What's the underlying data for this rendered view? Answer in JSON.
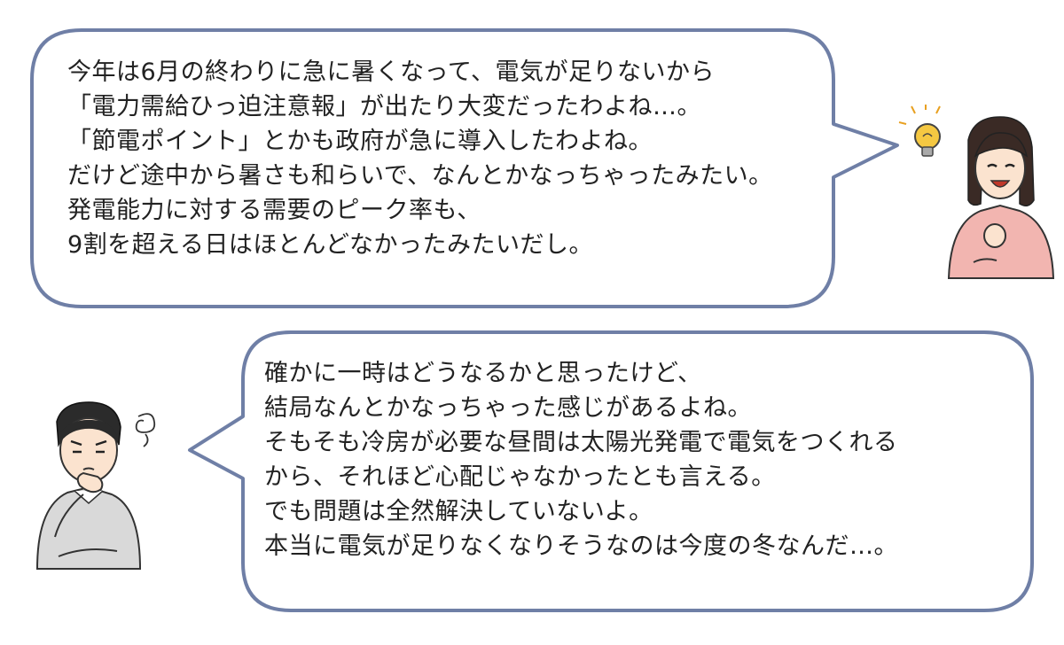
{
  "dialogue": [
    {
      "speaker": "woman",
      "lines": [
        "今年は6月の終わりに急に暑くなって、電気が足りないから",
        "「電力需給ひっ迫注意報」が出たり大変だったわよね…。",
        "「節電ポイント」とかも政府が急に導入したわよね。",
        "だけど途中から暑さも和らいで、なんとかなっちゃったみたい。",
        "発電能力に対する需要のピーク率も、",
        "9割を超える日はほとんどなかったみたいだし。"
      ]
    },
    {
      "speaker": "man",
      "lines": [
        "確かに一時はどうなるかと思ったけど、",
        "結局なんとかなっちゃった感じがあるよね。",
        "そもそも冷房が必要な昼間は太陽光発電で電気をつくれる",
        "から、それほど心配じゃなかったとも言える。",
        "でも問題は全然解決していないよ。",
        "本当に電気が足りなくなりそうなのは今度の冬なんだ…。"
      ]
    }
  ],
  "colors": {
    "bubble_border": "#6f7fa6",
    "text": "#222222",
    "woman_sweater": "#f2b5b0",
    "man_sweater": "#d9d9d9",
    "hair": "#3a2a25",
    "skin": "#fbe3cf",
    "bulb": "#f5c842"
  }
}
